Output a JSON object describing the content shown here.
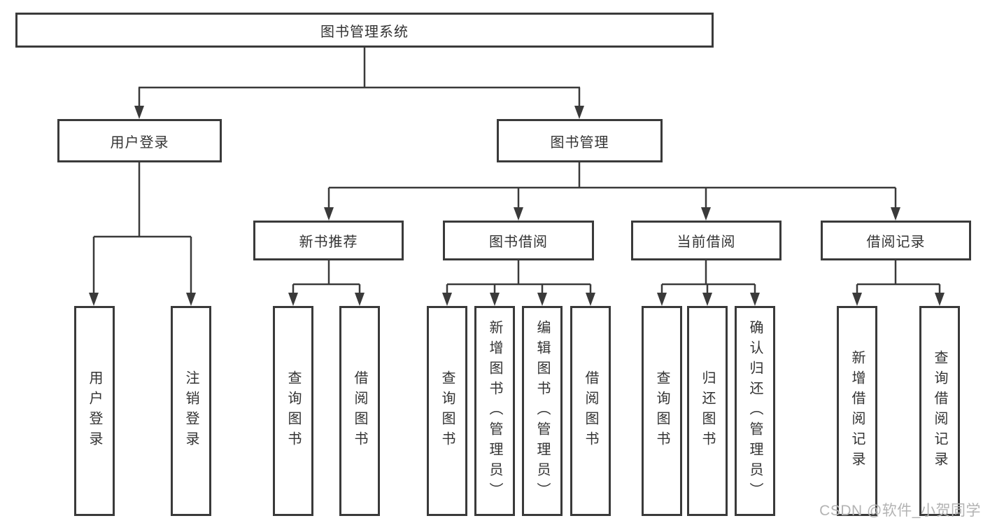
{
  "diagram": {
    "root": {
      "label": "图书管理系统"
    },
    "branches": [
      {
        "label": "用户登录",
        "children": [
          {
            "label": "用户登录"
          },
          {
            "label": "注销登录"
          }
        ]
      },
      {
        "label": "图书管理",
        "children": [
          {
            "label": "新书推荐",
            "children": [
              {
                "label": "查询图书"
              },
              {
                "label": "借阅图书"
              }
            ]
          },
          {
            "label": "图书借阅",
            "children": [
              {
                "label": "查询图书"
              },
              {
                "label": "新增图书（管理员）"
              },
              {
                "label": "编辑图书（管理员）"
              },
              {
                "label": "借阅图书"
              }
            ]
          },
          {
            "label": "当前借阅",
            "children": [
              {
                "label": "查询图书"
              },
              {
                "label": "归还图书"
              },
              {
                "label": "确认归还（管理员）"
              }
            ]
          },
          {
            "label": "借阅记录",
            "children": [
              {
                "label": "新增借阅记录"
              },
              {
                "label": "查询借阅记录"
              }
            ]
          }
        ]
      }
    ]
  },
  "watermark": "CSDN @软件_小贺同学",
  "colors": {
    "line": "#3a3a3a",
    "text": "#333333",
    "background": "#ffffff",
    "watermark": "#b3b3b3"
  }
}
